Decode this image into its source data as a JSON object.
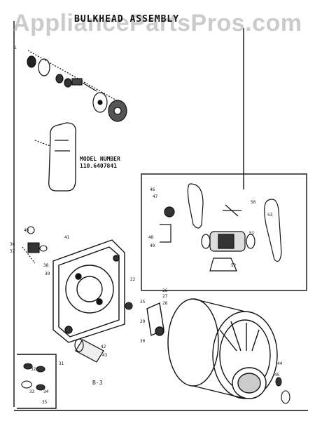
{
  "watermark": "AppliancePartsPros.com",
  "title": "BULKHEAD ASSEMBLY",
  "model": {
    "line1": "MODEL NUMBER",
    "line2": "110.6407841"
  },
  "page_number": "B-3",
  "callouts": [
    "1",
    "22",
    "25",
    "26",
    "27",
    "28",
    "29",
    "30",
    "31",
    "32",
    "33",
    "34",
    "35",
    "36",
    "37",
    "38",
    "39",
    "40",
    "41",
    "42",
    "43",
    "44",
    "45",
    "46",
    "47",
    "48",
    "49",
    "50",
    "51",
    "52",
    "53"
  ],
  "colors": {
    "ink": "#111111",
    "watermark": "#a0a0a0",
    "paper": "#ffffff"
  }
}
